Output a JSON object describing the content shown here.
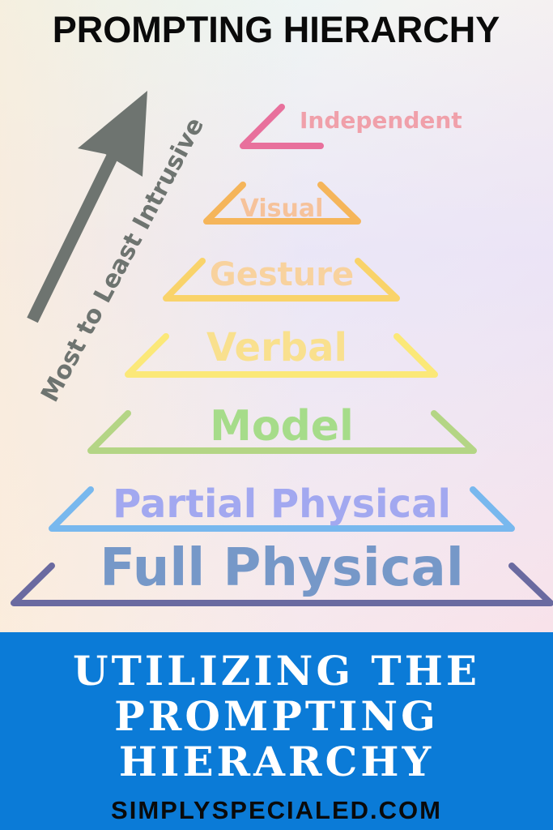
{
  "title": "PROMPTING HIERARCHY",
  "arrow_label": "Most to Least Intrusive",
  "levels": [
    {
      "label": "Independent",
      "text_color": "#f0a0aa",
      "line_color": "#e8709c"
    },
    {
      "label": "Visual",
      "text_color": "#f6c29a",
      "line_color": "#f5b55a"
    },
    {
      "label": "Gesture",
      "text_color": "#f8d29e",
      "line_color": "#f9d36a"
    },
    {
      "label": "Verbal",
      "text_color": "#f9e08e",
      "line_color": "#fbe878"
    },
    {
      "label": "Model",
      "text_color": "#a6dc8a",
      "line_color": "#b4d585"
    },
    {
      "label": "Partial Physical",
      "text_color": "#a2a8f0",
      "line_color": "#78b8ee"
    },
    {
      "label": "Full Physical",
      "text_color": "#7698c8",
      "line_color": "#6a6aa0"
    }
  ],
  "banner": {
    "line1": "UTILIZING THE",
    "line2": "PROMPTING",
    "line3": "HIERARCHY",
    "color": "#0b7bd7"
  },
  "footer": "SIMPLYSPECIALED.COM"
}
